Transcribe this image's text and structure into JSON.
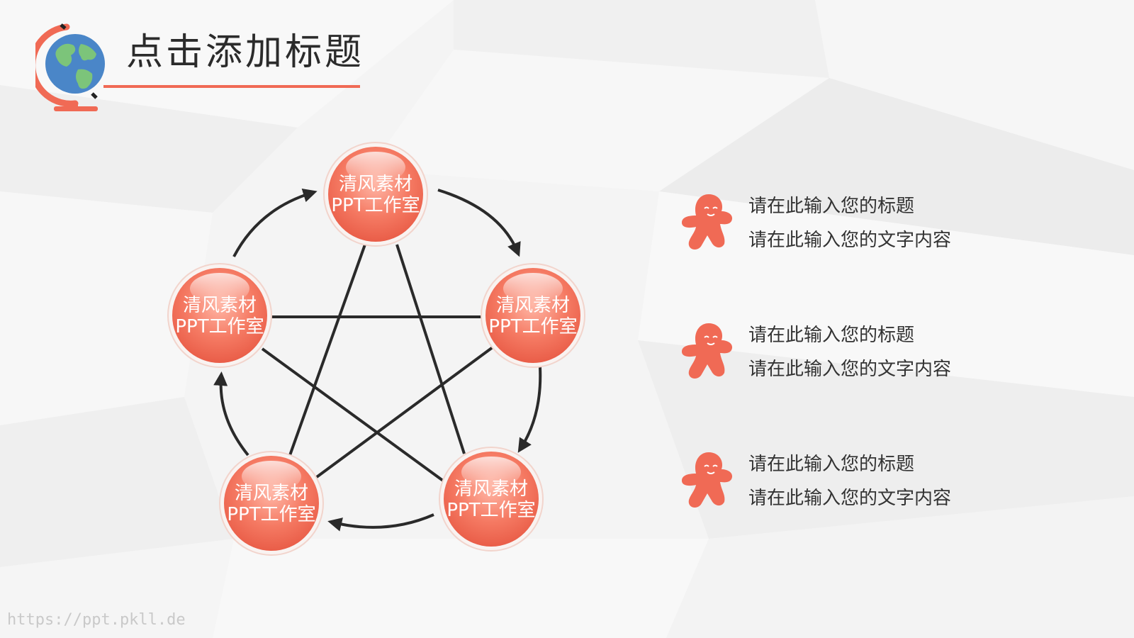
{
  "slide": {
    "title": "点击添加标题",
    "accent_color": "#f06a55",
    "icons": [
      "globe-icon",
      "gingerbread-icon"
    ]
  },
  "diagram": {
    "shape": "five-node pentagram cycle",
    "nodes": [
      {
        "line1": "清风素材",
        "line2": "PPT工作室"
      },
      {
        "line1": "清风素材",
        "line2": "PPT工作室"
      },
      {
        "line1": "清风素材",
        "line2": "PPT工作室"
      },
      {
        "line1": "清风素材",
        "line2": "PPT工作室"
      },
      {
        "line1": "清风素材",
        "line2": "PPT工作室"
      }
    ]
  },
  "legend": [
    {
      "title": "请在此输入您的标题",
      "body": "请在此输入您的文字内容"
    },
    {
      "title": "请在此输入您的标题",
      "body": "请在此输入您的文字内容"
    },
    {
      "title": "请在此输入您的标题",
      "body": "请在此输入您的文字内容"
    }
  ],
  "watermark": "https://ppt.pkll.de"
}
